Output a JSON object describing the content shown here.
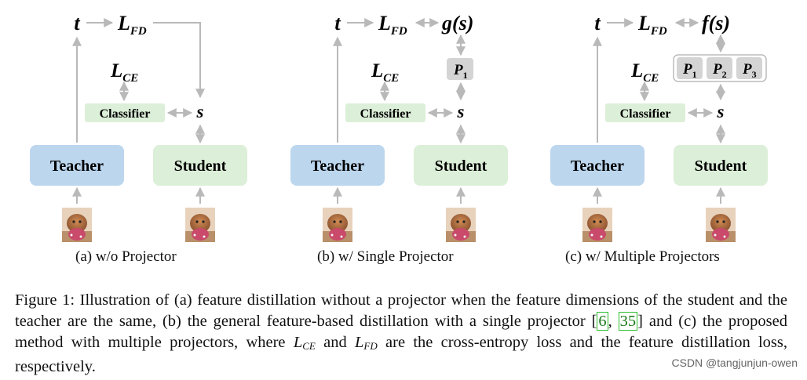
{
  "panels": [
    {
      "teacher": "Teacher",
      "student": "Student",
      "classifier": "Classifier",
      "t": "t",
      "s": "s",
      "L": "L",
      "FD": "FD",
      "CE": "CE",
      "target": "",
      "projectors": [],
      "caption": "(a)  w/o Projector"
    },
    {
      "teacher": "Teacher",
      "student": "Student",
      "classifier": "Classifier",
      "t": "t",
      "s": "s",
      "L": "L",
      "FD": "FD",
      "CE": "CE",
      "target": "g(s)",
      "projectors": [
        {
          "p": "P",
          "sub": "1"
        }
      ],
      "caption": "(b)  w/ Single Projector"
    },
    {
      "teacher": "Teacher",
      "student": "Student",
      "classifier": "Classifier",
      "t": "t",
      "s": "s",
      "L": "L",
      "FD": "FD",
      "CE": "CE",
      "target": "f(s)",
      "projectors": [
        {
          "p": "P",
          "sub": "1"
        },
        {
          "p": "P",
          "sub": "2"
        },
        {
          "p": "P",
          "sub": "3"
        }
      ],
      "caption": "(c)  w/ Multiple Projectors"
    }
  ],
  "caption": {
    "p1": "Figure 1: Illustration of (a) feature distillation without a projector when the feature dimensions of the student and the teacher are the same, (b) the general feature-based distillation with a single projector [",
    "ref1": "6",
    "sep": ", ",
    "ref2": "35",
    "p2": "] and (c) the proposed method with multiple projectors, where ",
    "lce": "L",
    "lce_sub": "CE",
    "and": " and ",
    "lfd": "L",
    "lfd_sub": "FD",
    "p3": " are the cross-entropy loss and the feature distillation loss, respectively."
  },
  "watermark": "CSDN @tangjunjun-owen",
  "colors": {
    "teacher_fill": "#bcd6ee",
    "student_fill": "#dcefd8",
    "classifier_fill": "#dcefd8",
    "projector_fill": "#d4d4d4",
    "arrow": "#b9b9b9"
  },
  "icons": [
    "dog-photo"
  ]
}
